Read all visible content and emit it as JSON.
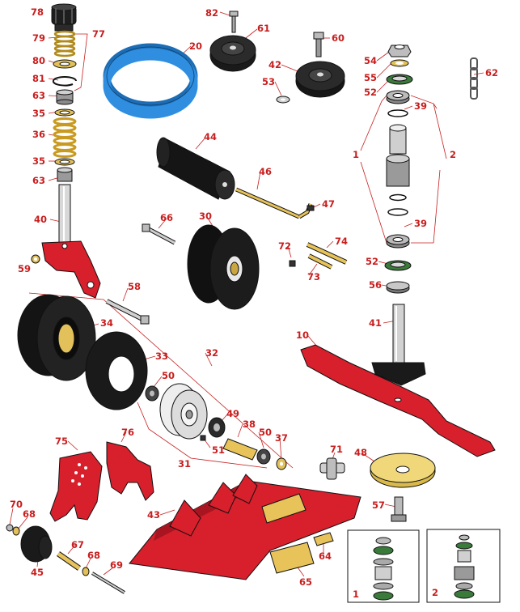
{
  "diagram": {
    "colors": {
      "callout_text": "#c81e1e",
      "part_red": "#d81f2c",
      "belt_blue": "#2f8ee0",
      "part_black": "#151515",
      "metal_gray": "#c8c8c8",
      "brass": "#e3c15a",
      "decal_yellow": "#e8c35a"
    },
    "callouts": [
      "78",
      "79",
      "80",
      "81",
      "63",
      "35",
      "36",
      "35",
      "63",
      "40",
      "59",
      "77",
      "82",
      "20",
      "61",
      "53",
      "60",
      "42",
      "54",
      "55",
      "52",
      "39",
      "1",
      "2",
      "62",
      "44",
      "46",
      "47",
      "66",
      "30",
      "72",
      "74",
      "73",
      "39",
      "52",
      "56",
      "41",
      "58",
      "34",
      "33",
      "32",
      "50",
      "10",
      "75",
      "76",
      "49",
      "38",
      "50",
      "37",
      "51",
      "31",
      "71",
      "48",
      "43",
      "70",
      "68",
      "45",
      "67",
      "68",
      "69",
      "57",
      "64",
      "65"
    ],
    "insets": [
      {
        "label": "1"
      },
      {
        "label": "2"
      }
    ]
  }
}
